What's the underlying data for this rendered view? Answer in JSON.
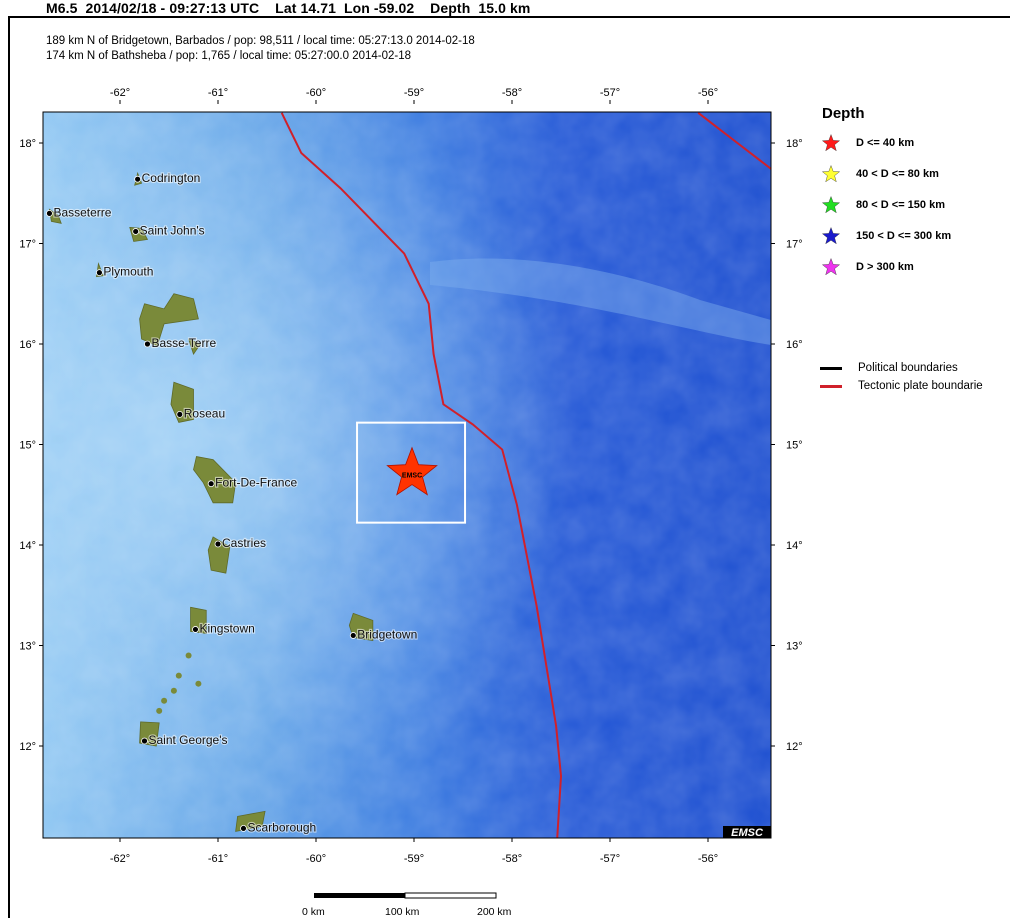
{
  "header": {
    "title": "M6.5  2014/02/18 - 09:27:13 UTC    Lat 14.71  Lon -59.02    Depth  15.0 km",
    "line1": "189 km N of Bridgetown, Barbados / pop: 98,511 / local time: 05:27:13.0 2014-02-18",
    "line2": "174 km N of Bathsheba / pop: 1,765 / local time: 05:27:00.0 2014-02-18"
  },
  "map": {
    "lon_ticks": [
      "-62°",
      "-61°",
      "-60°",
      "-59°",
      "-58°",
      "-57°",
      "-56°"
    ],
    "lat_ticks": [
      "18°",
      "17°",
      "16°",
      "15°",
      "14°",
      "13°",
      "12°"
    ],
    "epicenter_label": "EMSC",
    "watermark": "EMSC",
    "epicenter": {
      "lat": 14.71,
      "lon": -59.02
    },
    "cities": [
      {
        "name": "Codrington",
        "lat": 17.64,
        "lon": -61.82
      },
      {
        "name": "Basseterre",
        "lat": 17.3,
        "lon": -62.72
      },
      {
        "name": "Saint John's",
        "lat": 17.12,
        "lon": -61.84
      },
      {
        "name": "Plymouth",
        "lat": 16.71,
        "lon": -62.21
      },
      {
        "name": "Basse-Terre",
        "lat": 16.0,
        "lon": -61.72
      },
      {
        "name": "Roseau",
        "lat": 15.3,
        "lon": -61.39
      },
      {
        "name": "Fort-De-France",
        "lat": 14.61,
        "lon": -61.07
      },
      {
        "name": "Castries",
        "lat": 14.01,
        "lon": -61.0
      },
      {
        "name": "Kingstown",
        "lat": 13.16,
        "lon": -61.23
      },
      {
        "name": "Bridgetown",
        "lat": 13.1,
        "lon": -59.62
      },
      {
        "name": "Saint George's",
        "lat": 12.05,
        "lon": -61.75
      },
      {
        "name": "Scarborough",
        "lat": 11.18,
        "lon": -60.74
      }
    ],
    "colors": {
      "ocean_deep": "#1f52d4",
      "ocean_shallow": "#7ab8ee",
      "land": "#7a8a3a",
      "plate_boundary": "#d0202a",
      "epicenter": "#ff3300"
    }
  },
  "legend": {
    "title": "Depth",
    "items": [
      {
        "label": "D <= 40 km",
        "color": "#ff1a1a"
      },
      {
        "label": "40 < D <= 80 km",
        "color": "#ffff33"
      },
      {
        "label": "80 < D <= 150 km",
        "color": "#22dd22"
      },
      {
        "label": "150 < D <= 300 km",
        "color": "#1a1acc"
      },
      {
        "label": "D > 300 km",
        "color": "#ee33ee"
      }
    ],
    "lines": [
      {
        "label": "Political boundaries",
        "color": "#000000"
      },
      {
        "label": "Tectonic plate boundarie",
        "color": "#d0202a"
      }
    ]
  },
  "scale_bar": {
    "labels": [
      "0 km",
      "100 km",
      "200 km"
    ]
  }
}
